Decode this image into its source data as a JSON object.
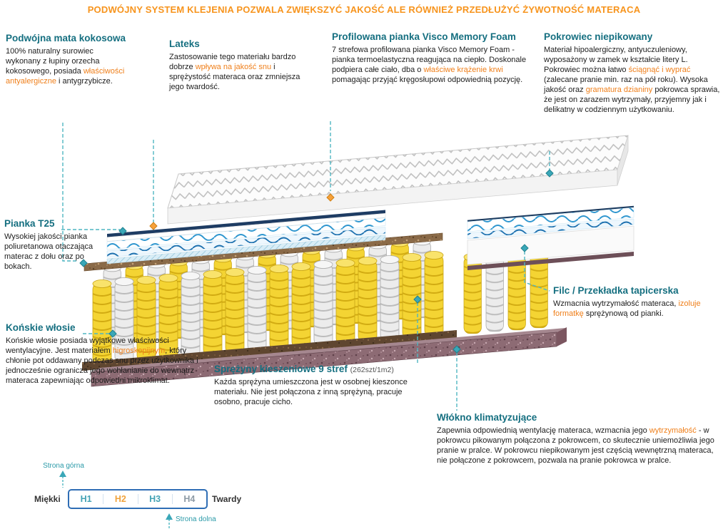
{
  "banner": {
    "text": "PODWÓJNY SYSTEM KLEJENIA POZWALA ZWIĘKSZYĆ JAKOŚĆ ALE RÓWNIEŻ PRZEDŁUŻYĆ ŻYWOTNOŚĆ MATERACA"
  },
  "colors": {
    "banner_orange": "#f7941d",
    "heading_teal": "#156f80",
    "highlight_orange": "#ef7f1a",
    "leader_teal": "#4fb6c2",
    "spring_yellow": "#f4d433",
    "coconut_brown": "#8a6a48",
    "wave_blue": "#2e96cf"
  },
  "annotations": {
    "coconut": {
      "title": "Podwójna mata kokosowa",
      "body": [
        {
          "t": "100% naturalny surowiec wykonany z łupiny orzecha kokosowego, posiada "
        },
        {
          "t": "właściwości antyalergiczne",
          "hl": true
        },
        {
          "t": " i antygrzybicze."
        }
      ]
    },
    "latex": {
      "title": "Lateks",
      "body": [
        {
          "t": "Zastosowanie tego materiału bardzo dobrze "
        },
        {
          "t": "wpływa na jakość snu",
          "hl": true
        },
        {
          "t": " i sprężystość materaca oraz zmniejsza jego twardość."
        }
      ]
    },
    "visco": {
      "title": "Profilowana pianka Visco Memory Foam",
      "body": [
        {
          "t": "7 strefowa profilowana pianka Visco Memory Foam - pianka termoelastyczna reagująca na ciepło. Doskonale podpiera całe ciało, dba o "
        },
        {
          "t": "właściwe krążenie krwi",
          "hl": true
        },
        {
          "t": " pomagając przyjąć kręgosłupowi odpowiednią pozycję."
        }
      ]
    },
    "cover": {
      "title": "Pokrowiec niepikowany",
      "body": [
        {
          "t": "Materiał hipoalergiczny, antyuczuleniowy, wyposażony w zamek w kształcie litery L. Pokrowiec można łatwo "
        },
        {
          "t": "ściągnąć i wyprać",
          "hl": true
        },
        {
          "t": " (zalecane pranie min. raz na pół roku). Wysoka jakość oraz "
        },
        {
          "t": "gramatura dzianiny",
          "hl": true
        },
        {
          "t": " pokrowca sprawia, że jest on zarazem wytrzymały, przyjemny jak i delikatny w codziennym użytkowaniu."
        }
      ]
    },
    "t25": {
      "title": "Pianka T25",
      "body": [
        {
          "t": "Wysokiej jakości pianka poliuretanowa otaczająca materac z dołu oraz po bokach."
        }
      ]
    },
    "horsehair": {
      "title": "Końskie włosie",
      "body": [
        {
          "t": "Końskie włosie posiada wyjątkowe właściwości wentylacyjne. Jest materiałem "
        },
        {
          "t": "higroskopijnym",
          "hl": true
        },
        {
          "t": ", który chłonie pot oddawany podczas snu przez użytkownika i jednocześnie ogranicza jego wchłanianie do wewnątrz materaca zapewniając odpowiedni mikroklimat."
        }
      ]
    },
    "felt": {
      "title": "Filc / Przekładka tapicerska",
      "body": [
        {
          "t": "Wzmacnia wytrzymałość materaca, "
        },
        {
          "t": "izoluje formatkę",
          "hl": true
        },
        {
          "t": " sprężynową od pianki."
        }
      ]
    },
    "springs": {
      "title": "Sprężyny kieszeniowe 9 stref",
      "count": "(262szt/1m2)",
      "body": [
        {
          "t": "Każda sprężyna umieszczona jest w osobnej kieszonce materiału. Nie jest połączona z inną sprężyną, pracuje osobno, pracuje cicho."
        }
      ]
    },
    "climate": {
      "title": "Włókno klimatyzujące",
      "body": [
        {
          "t": "Zapewnia odpowiednią wentylację materaca, wzmacnia jego "
        },
        {
          "t": "wytrzymałość",
          "hl": true
        },
        {
          "t": " - w pokrowcu pikowanym połączona z pokrowcem, co skutecznie uniemożliwia jego pranie w pralce. W pokrowcu niepikowanym jest częścią wewnętrzną materaca, nie połączone z pokrowcem, pozwala na pranie pokrowca w pralce."
        }
      ]
    }
  },
  "scale": {
    "top_label": "Strona górna",
    "bottom_label": "Strona dolna",
    "left_label": "Miękki",
    "right_label": "Twardy",
    "levels": [
      {
        "label": "H1",
        "color": "#44a3b5"
      },
      {
        "label": "H2",
        "color": "#f0a33c"
      },
      {
        "label": "H3",
        "color": "#44a3b5"
      },
      {
        "label": "H4",
        "color": "#8d9aa5"
      }
    ]
  }
}
